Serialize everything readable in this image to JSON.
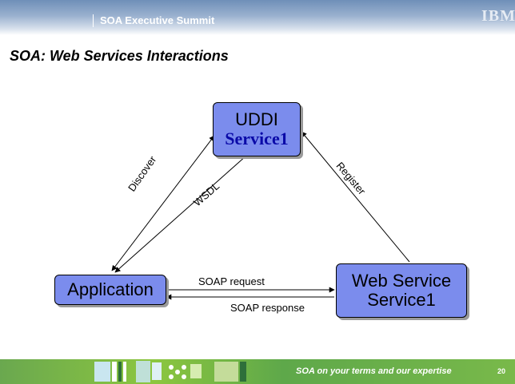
{
  "header": {
    "title": "SOA Executive Summit",
    "logo": "IBM"
  },
  "slide": {
    "title": "SOA: Web Services Interactions"
  },
  "nodes": {
    "uddi": {
      "label": "UDDI",
      "sublabel": "Service1"
    },
    "application": {
      "label": "Application"
    },
    "web_service": {
      "label": "Web Service",
      "sublabel": "Service1"
    }
  },
  "connectors": {
    "discover": "Discover",
    "wsdl": "WSDL",
    "register": "Register",
    "soap_request": "SOAP request",
    "soap_response": "SOAP response"
  },
  "footer": {
    "tagline": "SOA on your terms and our expertise",
    "page_number": "20"
  },
  "colors": {
    "node_fill": "#7b8ced",
    "footer_green": "#6aa84f",
    "header_blue": "#6f8fb8"
  }
}
